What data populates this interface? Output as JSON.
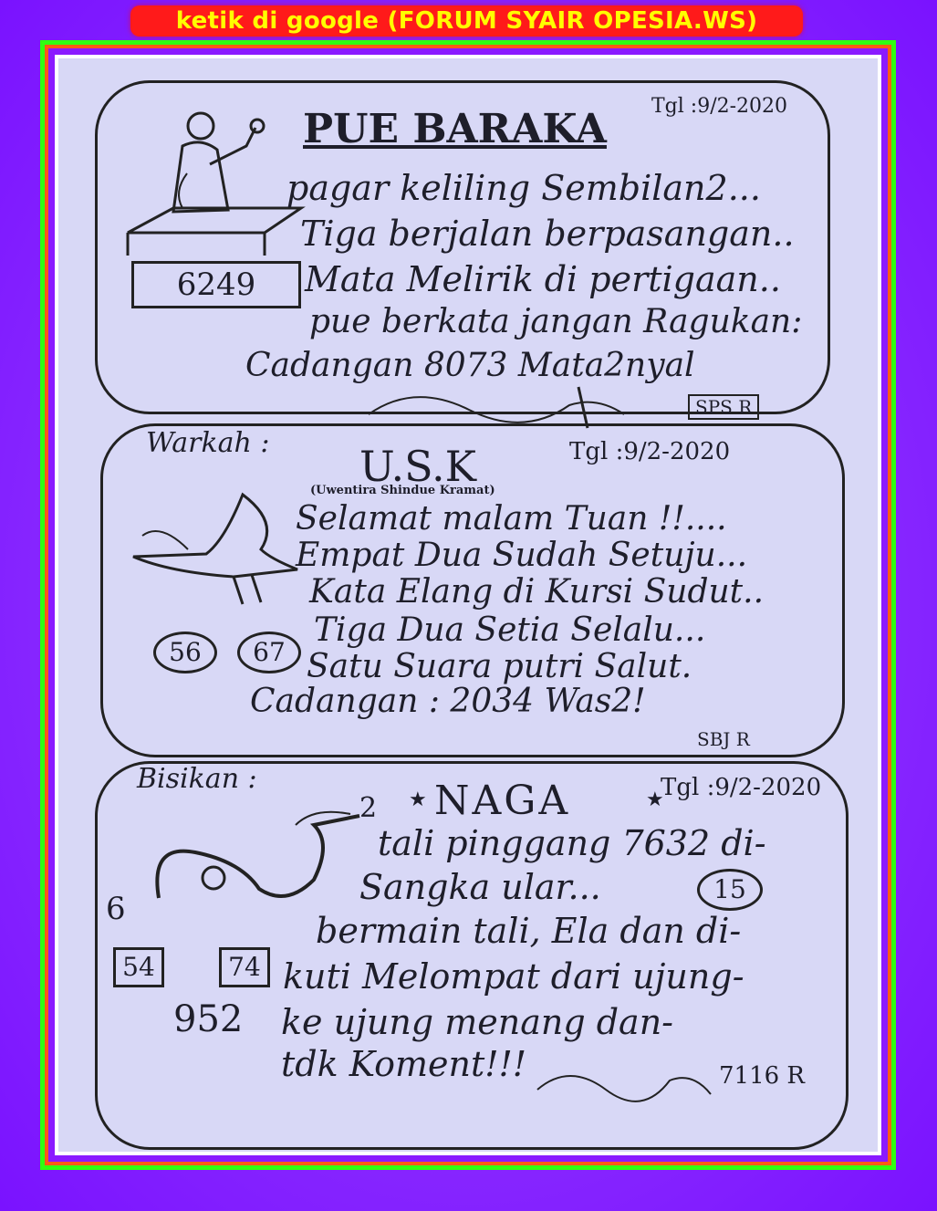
{
  "banner": {
    "text": "ketik di google (FORUM SYAIR OPESIA.WS)"
  },
  "section1": {
    "title": "PUE BARAKA",
    "date": "Tgl :9/2-2020",
    "number": "6249",
    "lines": [
      "pagar keliling Sembilan2...",
      "Tiga berjalan berpasangan..",
      "Mata Melirik di pertigaan..",
      "pue berkata jangan Ragukan:",
      "Cadangan 8073 Mata2nyal"
    ],
    "signature": "SPS R"
  },
  "section2": {
    "label": "Warkah :",
    "title": "U.S.K",
    "subtitle": "(Uwentira Shindue Kramat)",
    "date": "Tgl :9/2-2020",
    "circles": [
      "56",
      "67"
    ],
    "lines": [
      "Selamat malam Tuan !!....",
      "Empat Dua Sudah Setuju...",
      "Kata Elang di Kursi Sudut..",
      "Tiga Dua Setia Selalu...",
      "Satu Suara putri Salut."
    ],
    "reserve": "Cadangan : 2034 Was2!",
    "signature": "SBJ R"
  },
  "section3": {
    "label": "Bisikan :",
    "title": "NAGA",
    "date": "Tgl :9/2-2020",
    "mark2": "2",
    "mark6": "6",
    "boxes": [
      "54",
      "74"
    ],
    "circle": "15",
    "number_side": "952",
    "lines": [
      "tali pinggang 7632 di-",
      "Sangka ular...",
      "bermain tali, Ela dan di-",
      "kuti Melompat dari ujung-",
      "ke ujung menang dan-",
      "tdk Koment!!!"
    ],
    "signature": "7116 R"
  }
}
